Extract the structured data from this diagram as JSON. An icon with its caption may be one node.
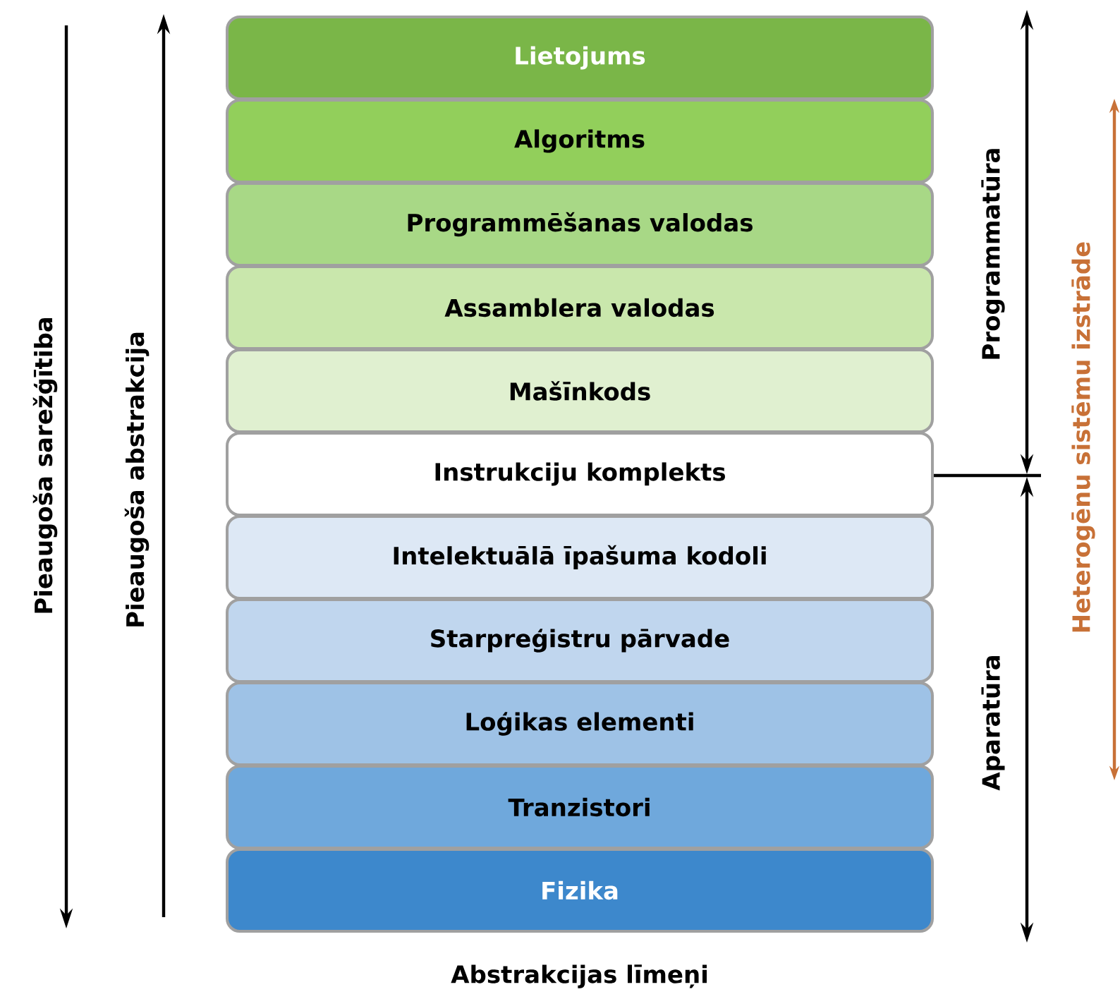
{
  "diagram": {
    "caption": "Abstrakcijas līmeņi",
    "nodes": [
      {
        "text": [
          "Lietojums"
        ]
      },
      {
        "text": [
          "Algoritms"
        ]
      },
      {
        "text": [
          "Programmēšanas valodas"
        ]
      },
      {
        "text": [
          "Assamblera valodas"
        ]
      },
      {
        "text": [
          "Mašīnkods"
        ]
      },
      {
        "text": [
          "Instrukciju komplekts"
        ]
      },
      {
        "text": [
          "Intelektuālā īpašuma kodoli"
        ]
      },
      {
        "text": [
          "Starpreģistru pārvade"
        ]
      },
      {
        "text": [
          "Loģikas elementi"
        ]
      },
      {
        "text": [
          "Tranzistori"
        ]
      },
      {
        "text": [
          "Fizika"
        ]
      }
    ],
    "labels": [
      "Pieaugoša sarežģītiba",
      "Pieaugoša abstrakcija",
      "Programmatūra",
      "Aparatūra",
      "Heterogēnu sistēmu izstrāde"
    ]
  }
}
